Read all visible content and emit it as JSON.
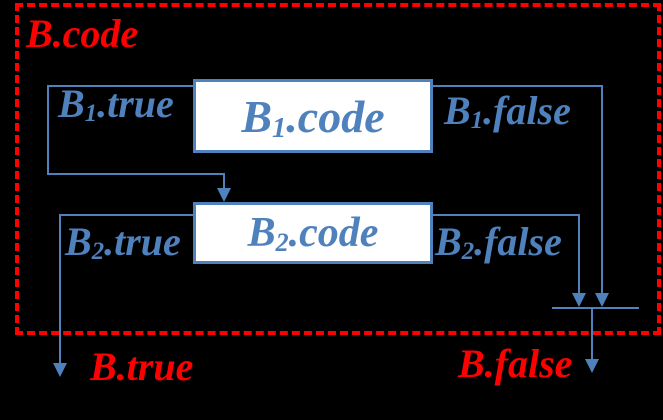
{
  "frame_label": "B.code",
  "boxes": {
    "b1": {
      "base": "B",
      "sub": "1",
      "rest": ".code"
    },
    "b2": {
      "base": "B",
      "sub": "2",
      "rest": ".code"
    }
  },
  "edge_labels": {
    "b1_true": {
      "base": "B",
      "sub": "1",
      "rest": ".true"
    },
    "b1_false": {
      "base": "B",
      "sub": "1",
      "rest": ".false"
    },
    "b2_true": {
      "base": "B",
      "sub": "2",
      "rest": ".true"
    },
    "b2_false": {
      "base": "B",
      "sub": "2",
      "rest": ".false"
    }
  },
  "exit_labels": {
    "true_exit": "B.true",
    "false_exit": "B.false"
  },
  "colors": {
    "background": "#000000",
    "frame_red": "#fe0000",
    "edge_blue": "#4f81bd",
    "box_fill": "#ffffff"
  }
}
